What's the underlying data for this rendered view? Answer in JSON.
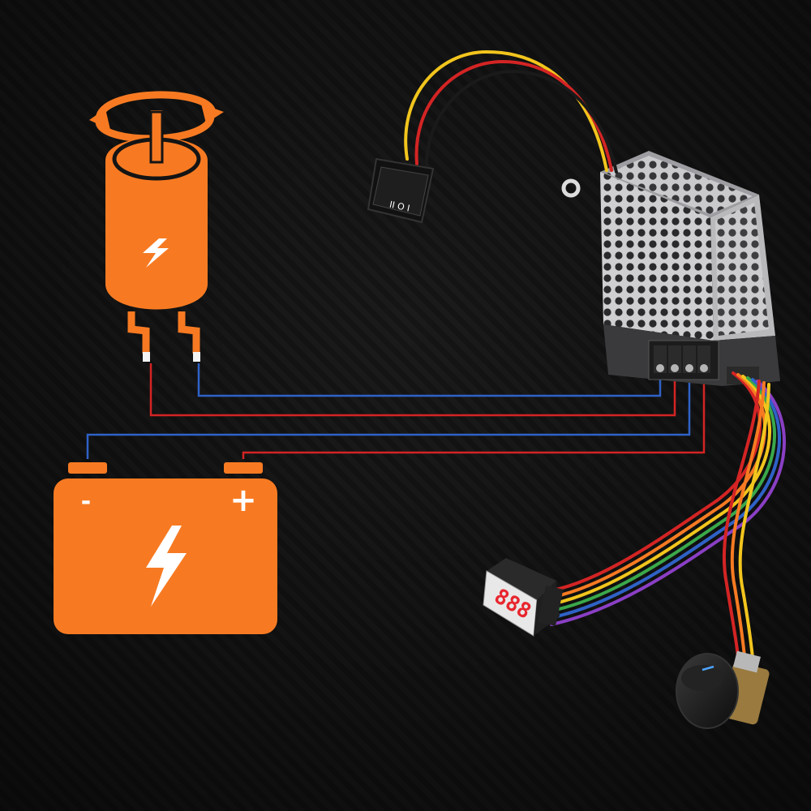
{
  "colors": {
    "background": "#141414",
    "accent_orange": "#f77a22",
    "wire_red": "#d42424",
    "wire_blue": "#2f62c7",
    "wire_yellow": "#f2c51d",
    "wire_black": "#1a1a1a",
    "led_red": "#e8262e",
    "housing_silver": "#c9c9cc"
  },
  "motor": {
    "icon": "motor-icon",
    "rotation_icon": "rotation-arrows-icon",
    "lightning_icon": "lightning-bolt-icon"
  },
  "battery": {
    "icon": "battery-icon",
    "negative_label": "-",
    "positive_label": "+",
    "lightning_icon": "lightning-bolt-icon"
  },
  "controller": {
    "icon": "pwm-controller-icon",
    "terminal_count": 4
  },
  "switch": {
    "icon": "rocker-switch-icon",
    "marking": "II O I"
  },
  "display": {
    "icon": "led-display-icon",
    "reading": "888"
  },
  "knob": {
    "icon": "potentiometer-knob-icon"
  }
}
